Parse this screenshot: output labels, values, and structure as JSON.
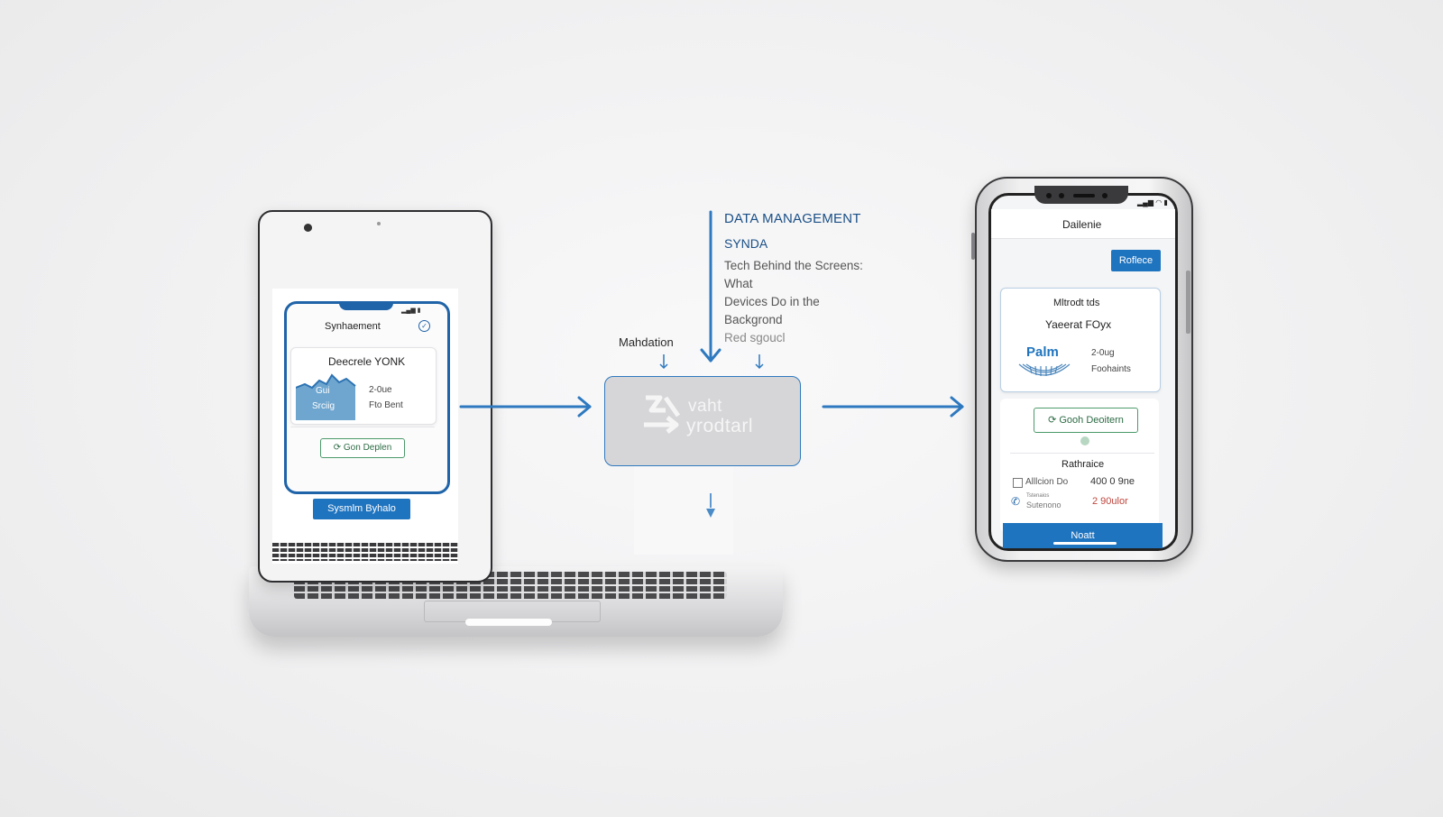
{
  "heading": {
    "line1": "DATA MANAGEMENT",
    "line2": "SYNDA",
    "desc_line1": "Tech Behind the Screens:",
    "desc_line2": "What",
    "desc_line3": "Devices Do in the",
    "desc_line4": "Backgrond",
    "desc_line5": "Red sgoucl"
  },
  "hub": {
    "label_left": "Mahdation",
    "line1": "vaht",
    "line2": "yrodtarl"
  },
  "tablet_app": {
    "title": "Synhaement",
    "card_title": "Deecrele YONK",
    "chart_label1": "Gui",
    "chart_label2": "Srciig",
    "stat1": "2-0ue",
    "stat2": "Fto Bent",
    "secondary_button": "Gon Deplen",
    "primary_button": "Sysmlm Byhalo"
  },
  "phone_app": {
    "title": "Dailenie",
    "top_button": "Roflece",
    "card_line1": "Mltrodt tds",
    "card_line2": "Yaeerat  FOyx",
    "logo_text": "Palm",
    "stat1": "2-0ug",
    "stat2": "Foohaints",
    "action_button": "Gooh Deoitern",
    "section_title": "Rathraice",
    "row1_label": "Alllcion Do",
    "row1_value": "400 0 9ne",
    "row2_label_small": "Tstenaios",
    "row2_label": "Sutenono",
    "row2_value": "2 90ulor",
    "bottom_button": "Noatt"
  },
  "colors": {
    "accent_blue": "#1f74bf",
    "arrow_blue": "#2e79bf",
    "heading_blue": "#1a4f86",
    "success_green": "#4c9a6a",
    "alert_red": "#c0463e"
  },
  "icons": [
    "check-circle-icon",
    "sync-logo-icon",
    "refresh-icon",
    "phone-icon",
    "checkbox-icon",
    "arrow-right-icon",
    "arrow-down-icon"
  ]
}
